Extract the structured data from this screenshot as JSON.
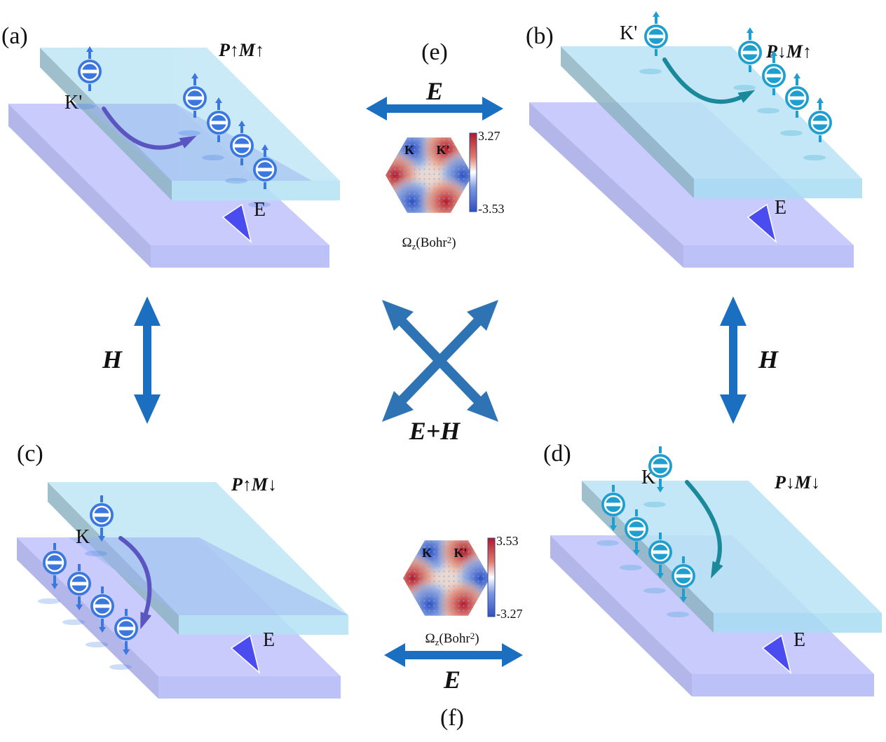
{
  "figure": {
    "panels": [
      {
        "id": "a",
        "label": "(a)",
        "state": "P↑M↑",
        "valley": "K'",
        "spin": "up",
        "layer_style": "blue",
        "field_label": "E"
      },
      {
        "id": "b",
        "label": "(b)",
        "state": "P↓M↑",
        "valley": "K'",
        "spin": "up",
        "layer_style": "cyan",
        "field_label": "E"
      },
      {
        "id": "c",
        "label": "(c)",
        "state": "P↑M↓",
        "valley": "K",
        "spin": "down",
        "layer_style": "blue",
        "field_label": "E"
      },
      {
        "id": "d",
        "label": "(d)",
        "state": "P↓M↓",
        "valley": "K",
        "spin": "down",
        "layer_style": "cyan",
        "field_label": "E"
      }
    ],
    "berry_maps": [
      {
        "id": "e",
        "label": "(e)",
        "field": "E",
        "k_label": "K",
        "kp_label": "K'",
        "max": "3.27",
        "min": "-3.53",
        "quantity": "Ωz(Bohr²)",
        "omega": "Ω",
        "sub": "z",
        "unit": "(Bohr",
        "sup": "2",
        "close": ")"
      },
      {
        "id": "f",
        "label": "(f)",
        "field": "E",
        "k_label": "K",
        "kp_label": "K'",
        "max": "3.53",
        "min": "-3.27",
        "quantity": "Ωz(Bohr²)",
        "omega": "Ω",
        "sub": "z",
        "unit": "(Bohr",
        "sup": "2",
        "close": ")"
      }
    ],
    "transitions": {
      "left_vertical": "H",
      "right_vertical": "H",
      "diagonal": "E+H"
    },
    "colors": {
      "arrow_blue": "#1a6fc0",
      "cross_blue": "#2e74b5",
      "top_layer": "#bfe6f5",
      "bottom_layer": "#c5c9fb",
      "electron_blue": "#3a78e0",
      "electron_cyan": "#1f9fcf",
      "path_purple": "#5a55c0",
      "path_teal": "#1a8a9a",
      "e_arrow": "#4b4cf0"
    }
  }
}
